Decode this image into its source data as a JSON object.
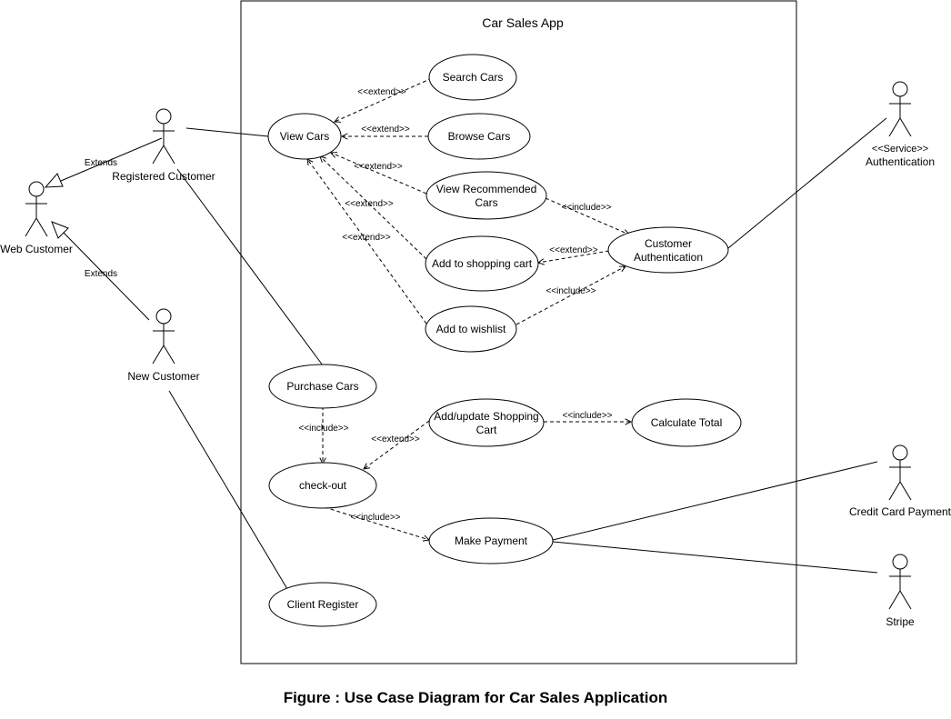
{
  "system": {
    "title": "Car Sales App"
  },
  "actors": {
    "registered_customer": "Registered Customer",
    "web_customer": "Web Customer",
    "new_customer": "New Customer",
    "auth_stereotype": "<<Service>>",
    "auth_service": "Authentication",
    "credit_card": "Credit Card Payment",
    "stripe": "Stripe"
  },
  "use_cases": {
    "search_cars": "Search Cars",
    "view_cars": "View Cars",
    "browse_cars": "Browse Cars",
    "view_recommended_1": "View Recommended",
    "view_recommended_2": "Cars",
    "customer_auth_1": "Customer",
    "customer_auth_2": "Authentication",
    "add_to_cart": "Add to shopping cart",
    "add_to_wishlist": "Add to wishlist",
    "purchase_cars": "Purchase Cars",
    "add_update_cart_1": "Add/update Shopping",
    "add_update_cart_2": "Cart",
    "calculate_total": "Calculate Total",
    "check_out": "check-out",
    "make_payment": "Make Payment",
    "client_register": "Client Register"
  },
  "relations": {
    "extends": "Extends",
    "extend": "<<extend>>",
    "include": "<<include>>"
  },
  "caption": "Figure : Use Case Diagram for Car Sales Application"
}
